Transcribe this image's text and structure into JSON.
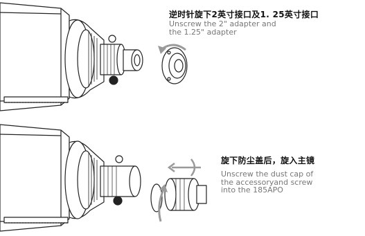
{
  "step1": {
    "caption_cn": "逆时针旋下2英寸接口及1. 25英寸接口",
    "caption_en_line1": "Unscrew the 2\" adapter and",
    "caption_en_line2": "the 1.25\" adapter"
  },
  "step2": {
    "caption_cn": "旋下防尘盖后，旋入主镜",
    "caption_en_line1": "Unscrew the dust cap of",
    "caption_en_line2": "the accessoryand screw",
    "caption_en_line3": "into the 185APO"
  },
  "colors": {
    "stroke": "#222222",
    "arrow": "#9a9a9a",
    "caption_en": "#777777"
  }
}
